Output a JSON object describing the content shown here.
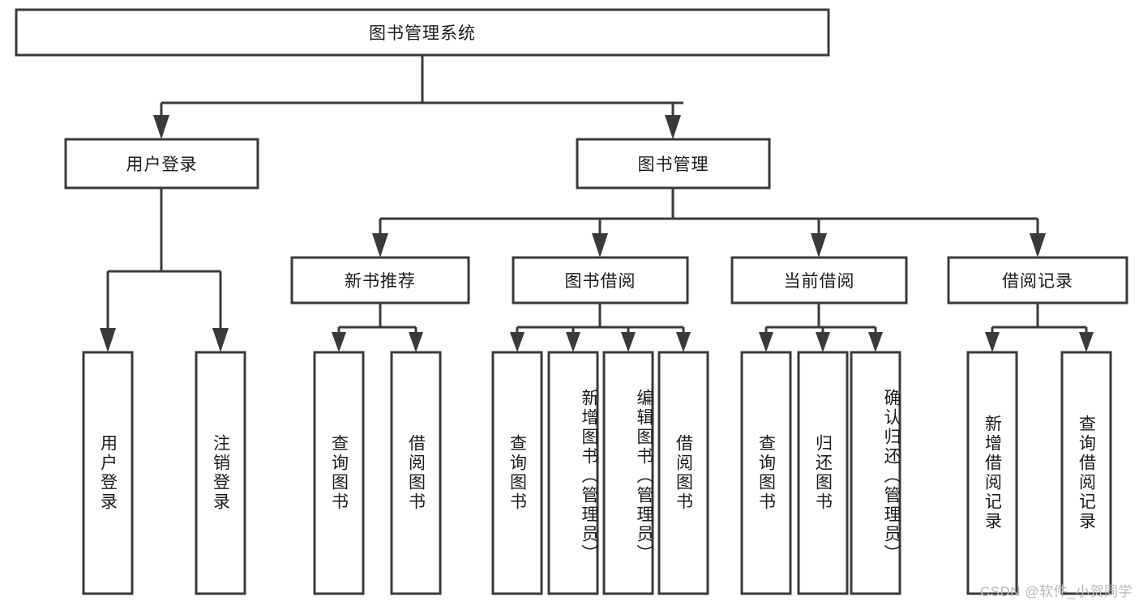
{
  "diagram": {
    "title": "图书管理系统",
    "type": "tree-hierarchy-chart",
    "watermark": "CSDN @软件_小贺同学",
    "colors": {
      "stroke": "#3a3a3a",
      "fill": "#ffffff",
      "text": "#1b1b1b",
      "watermark": "#b9b9b9",
      "background": "#ffffff"
    },
    "root": {
      "label": "图书管理系统"
    },
    "level2": [
      {
        "label": "用户登录"
      },
      {
        "label": "图书管理"
      }
    ],
    "level3": [
      {
        "label": "新书推荐"
      },
      {
        "label": "图书借阅"
      },
      {
        "label": "当前借阅"
      },
      {
        "label": "借阅记录"
      }
    ],
    "leaves": {
      "user_login": [
        {
          "label": "用户登录"
        },
        {
          "label": "注销登录"
        }
      ],
      "new_book_recommend": [
        {
          "label": "查询图书"
        },
        {
          "label": "借阅图书"
        }
      ],
      "book_borrow": [
        {
          "label": "查询图书"
        },
        {
          "label": "新增图书（管理员）"
        },
        {
          "label": "编辑图书（管理员）"
        },
        {
          "label": "借阅图书"
        }
      ],
      "current_borrow": [
        {
          "label": "查询图书"
        },
        {
          "label": "归还图书"
        },
        {
          "label": "确认归还（管理员）"
        }
      ],
      "borrow_record": [
        {
          "label": "新增借阅记录"
        },
        {
          "label": "查询借阅记录"
        }
      ]
    }
  }
}
